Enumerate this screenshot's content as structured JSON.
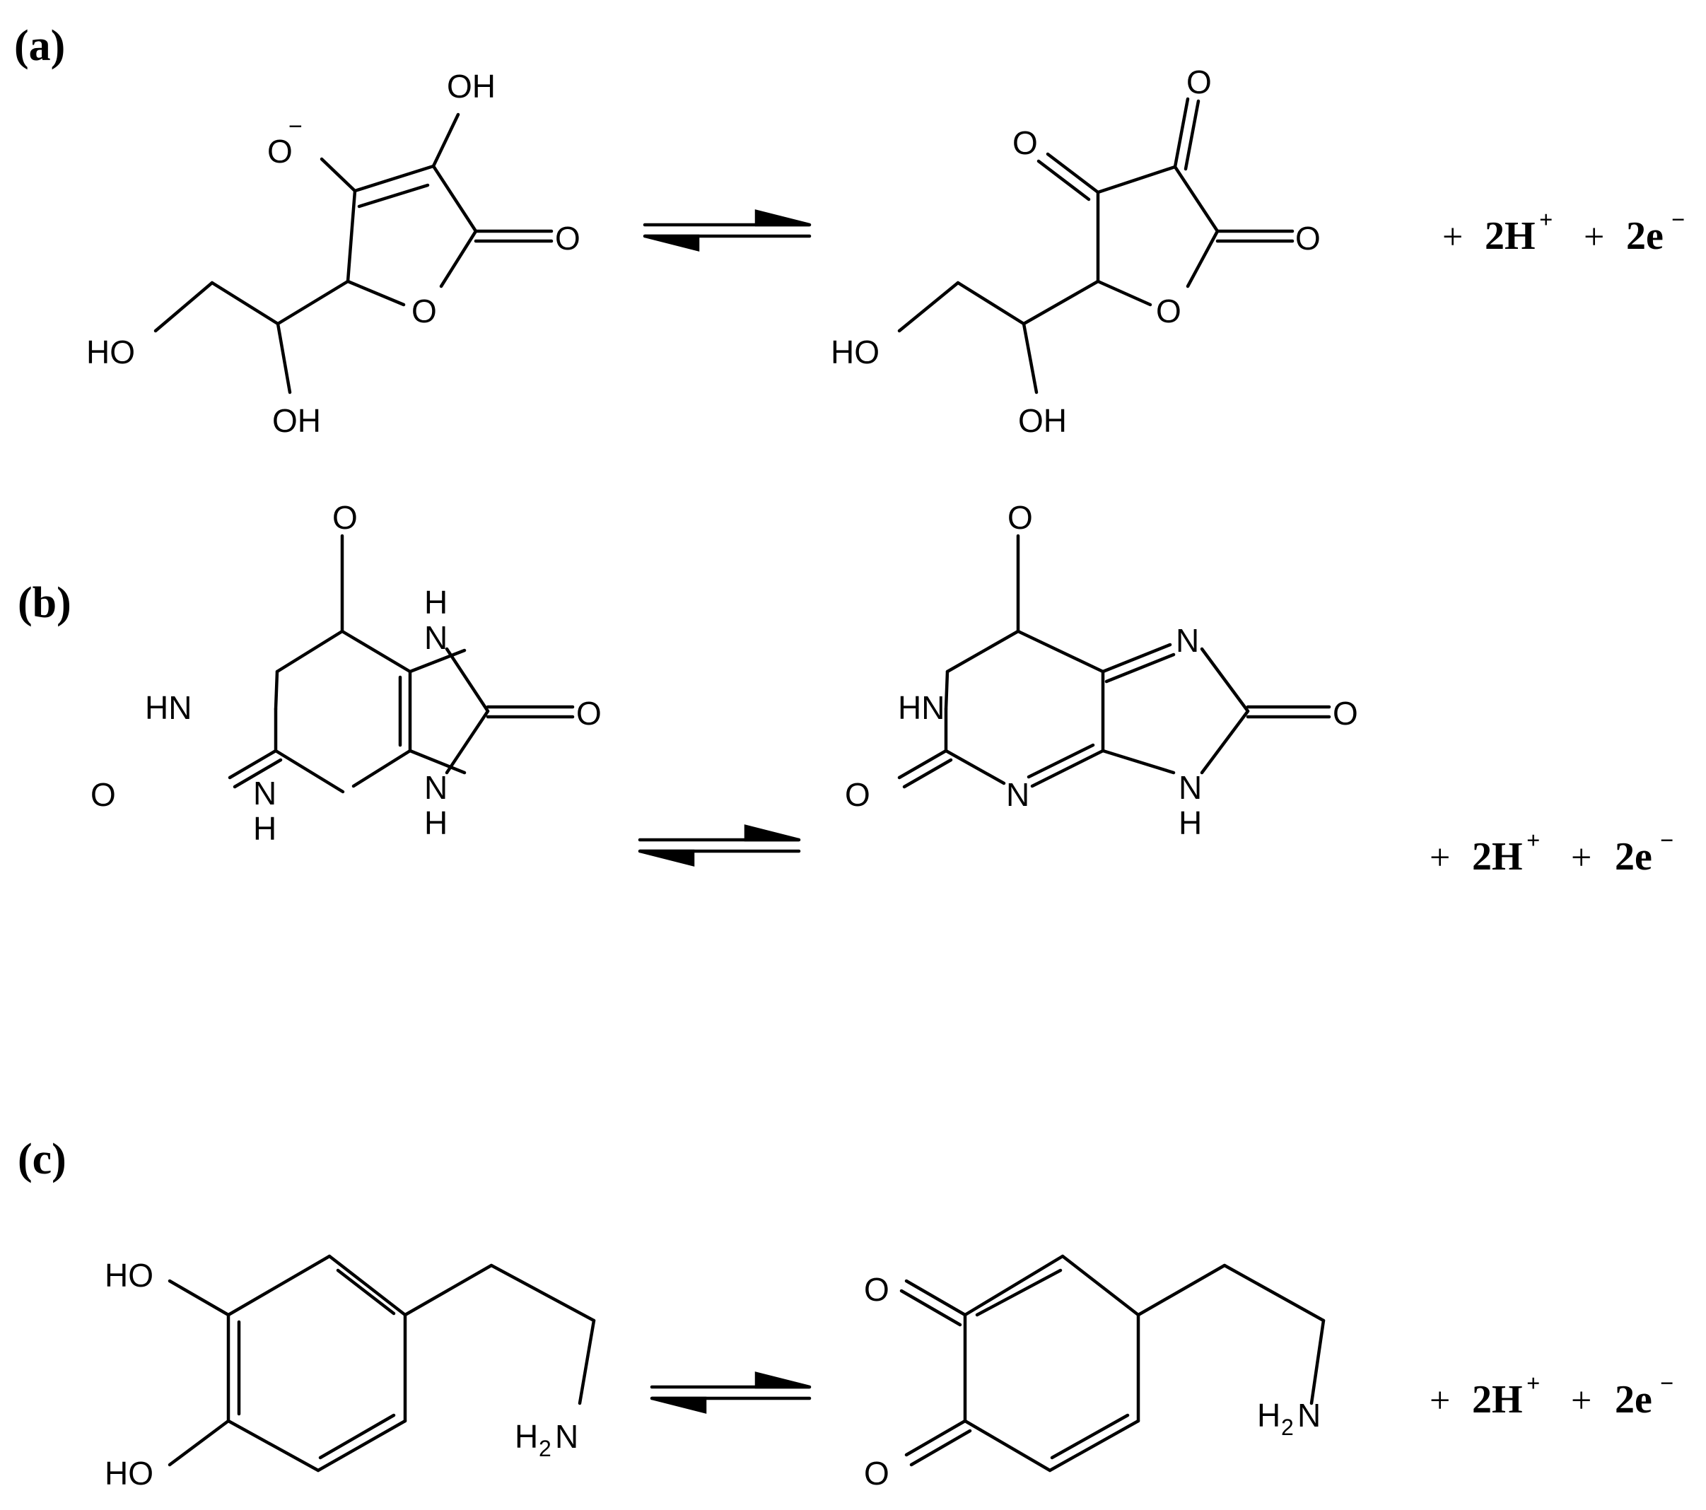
{
  "panels": [
    {
      "label": "(a)",
      "reactant_atoms": {
        "o_anion": "O",
        "o_anion_charge": "−",
        "oh_top": "OH",
        "o_carbonyl": "O",
        "o_ring": "O",
        "ho_left": "HO",
        "oh_bottom": "OH"
      },
      "product_atoms": {
        "o_c3": "O",
        "o_c2": "O",
        "o_c1": "O",
        "o_ring": "O",
        "ho_left": "HO",
        "oh_bottom": "OH"
      },
      "products": {
        "plus": "+",
        "proton": "2H",
        "proton_charge": "+",
        "electron": "2e",
        "electron_charge": "−"
      }
    },
    {
      "label": "(b)",
      "reactant_atoms": {
        "o_top": "O",
        "h_n7": "H",
        "n7": "N",
        "hn1": "HN",
        "o_c8": "O",
        "o_c2": "O",
        "n3": "N",
        "h_n3": "H",
        "n9": "N",
        "h_n9": "H"
      },
      "product_atoms": {
        "o_top": "O",
        "hn1": "HN",
        "n7": "N",
        "o_c8": "O",
        "o_c2": "O",
        "n3": "N",
        "n9": "N",
        "h_n9": "H"
      },
      "products": {
        "plus": "+",
        "proton": "2H",
        "proton_charge": "+",
        "electron": "2e",
        "electron_charge": "−"
      }
    },
    {
      "label": "(c)",
      "reactant_atoms": {
        "ho_top": "HO",
        "ho_bottom": "HO",
        "h2n_h": "H",
        "h2n_sub": "2",
        "h2n_n": "N"
      },
      "product_atoms": {
        "o_top": "O",
        "o_bottom": "O",
        "h2n_h": "H",
        "h2n_sub": "2",
        "h2n_n": "N"
      },
      "products": {
        "plus": "+",
        "proton": "2H",
        "proton_charge": "+",
        "electron": "2e",
        "electron_charge": "−"
      }
    }
  ]
}
